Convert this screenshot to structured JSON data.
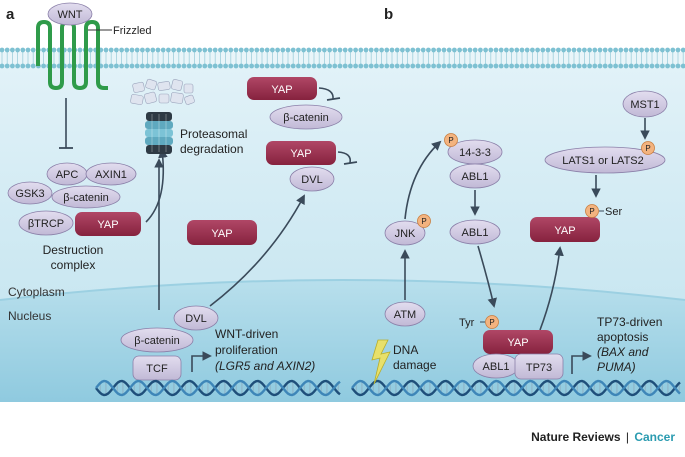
{
  "panels": {
    "a": "a",
    "b": "b"
  },
  "compartments": {
    "cytoplasm": "Cytoplasm",
    "nucleus": "Nucleus"
  },
  "panel_a": {
    "wnt": "WNT",
    "frizzled": "Frizzled",
    "apc": "APC",
    "axin1": "AXIN1",
    "gsk3": "GSK3",
    "bcatenin_complex": "β-catenin",
    "btrcp": "βTRCP",
    "yap_complex": "YAP",
    "destruction_complex": [
      "Destruction",
      "complex"
    ],
    "proteasomal": [
      "Proteasomal",
      "degradation"
    ],
    "yap_top": "YAP",
    "bcatenin_top": "β-catenin",
    "yap_mid": "YAP",
    "dvl_mid": "DVL",
    "yap_left": "YAP",
    "dvl_nuc": "DVL",
    "bcatenin_nuc": "β-catenin",
    "tcf": "TCF",
    "wnt_driven": [
      "WNT-driven",
      "proliferation",
      "(LGR5 and AXIN2)"
    ]
  },
  "panel_b": {
    "mst1": "MST1",
    "p": "P",
    "lats": "LATS1 or LATS2",
    "ser": "Ser",
    "yap_cyto": "YAP",
    "protein_1433": "14-3-3",
    "abl1_top": "ABL1",
    "abl1_mid": "ABL1",
    "jnk": "JNK",
    "atm": "ATM",
    "dna_damage": [
      "DNA",
      "damage"
    ],
    "tyr": "Tyr",
    "yap_nuc": "YAP",
    "abl1_nuc": "ABL1",
    "tp73": "TP73",
    "tp73_driven": [
      "TP73-driven",
      "apoptosis",
      "(BAX and",
      "PUMA)"
    ]
  },
  "footer": {
    "journal": "Nature Reviews",
    "separator": "|",
    "section": "Cancer"
  },
  "colors": {
    "cytoplasm": "#cde9f2",
    "nucleus": "#a9d6e6",
    "grey_protein": "#cec8df",
    "yap_protein": "#9a2c4a",
    "phospho": "#f3b37f",
    "frizzled": "#2f9b4a",
    "arrow": "#3a4a5a"
  }
}
